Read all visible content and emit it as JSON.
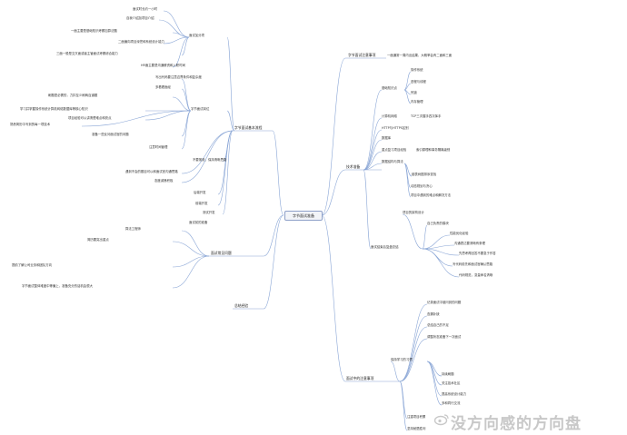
{
  "root": "字节面试准备",
  "branches": {
    "r1": "字节面试注意事项",
    "r1c": "一面通常一周内出结果，大概率会有二面和三面",
    "r2": "技术准备",
    "r2a": "基础知识点",
    "r2b": "重点复习项目经验",
    "r3": "面试中的注意事项",
    "r4": "面试结束后复盘总结",
    "l1": "字节面试基本流程",
    "l2": "面试常见问题",
    "l3": "总结经验",
    "l4": "面试加分项",
    "l5": "字节面试岗位",
    "l6": "面试前的准备"
  },
  "left_items": [
    "面试时长约一小时",
    "自我介绍加项目介绍",
    "一面主要是基础知识考察加算法题",
    "二面偏向项目深挖和系统设计能力",
    "三面一般是交叉面或者主管面试考察综合能力",
    "HR面主要是沟通薪资和入职时间",
    "写出代码要注意边界条件和复杂度",
    "多看看面经",
    "刷题是必需的，力扣至少刷两百道题",
    "学习并掌握操作系统计算机网络数据库等核心知识",
    "项目经验可以讲清楚难点和亮点",
    "熟悉简历中写到的每一项技术",
    "准备一些反问面试官的问题",
    "注意时间管理",
    "不要紧张，保持清晰思路",
    "遇到不会的题目可以和面试官沟通思路",
    "态度诚恳积极",
    "后端开发",
    "前端开发",
    "测试开发",
    "算法工程师",
    "简历要突出重点",
    "提前了解公司业务和团队方向",
    "字节面试整体难度中等偏上，准备充分的话机会很大"
  ],
  "right_items": [
    "操作系统",
    "进程与线程",
    "死锁",
    "内存管理",
    "计算机网络",
    "TCP三次握手四次挥手",
    "HTTP与HTTPS区别",
    "数据库",
    "索引原理和事务隔离级别",
    "数据结构与算法",
    "链表树图排序查找",
    "动态规划与贪心",
    "项目中遇到的难点和解决方法",
    "项目的架构设计",
    "自己负责的模块",
    "性能优化经验",
    "沟通表达要清晰有条理",
    "先思考再回答不要急于作答",
    "写代码前先和面试官确认思路",
    "代码规范，变量命名清晰",
    "记录面试中被问到的问题",
    "查漏补缺",
    "总结自己的不足",
    "调整状态准备下一次面试",
    "保持学习的习惯",
    "持续刷题",
    "关注技术社区",
    "提高系统设计能力",
    "多和同行交流",
    "注重项目积累",
    "坚持就是胜利"
  ],
  "watermark": "没方向感的方向盘",
  "colors": {
    "line": "#8aa6d6",
    "root_border": "#8ea0c8",
    "watermark": "#c8c8c8"
  }
}
